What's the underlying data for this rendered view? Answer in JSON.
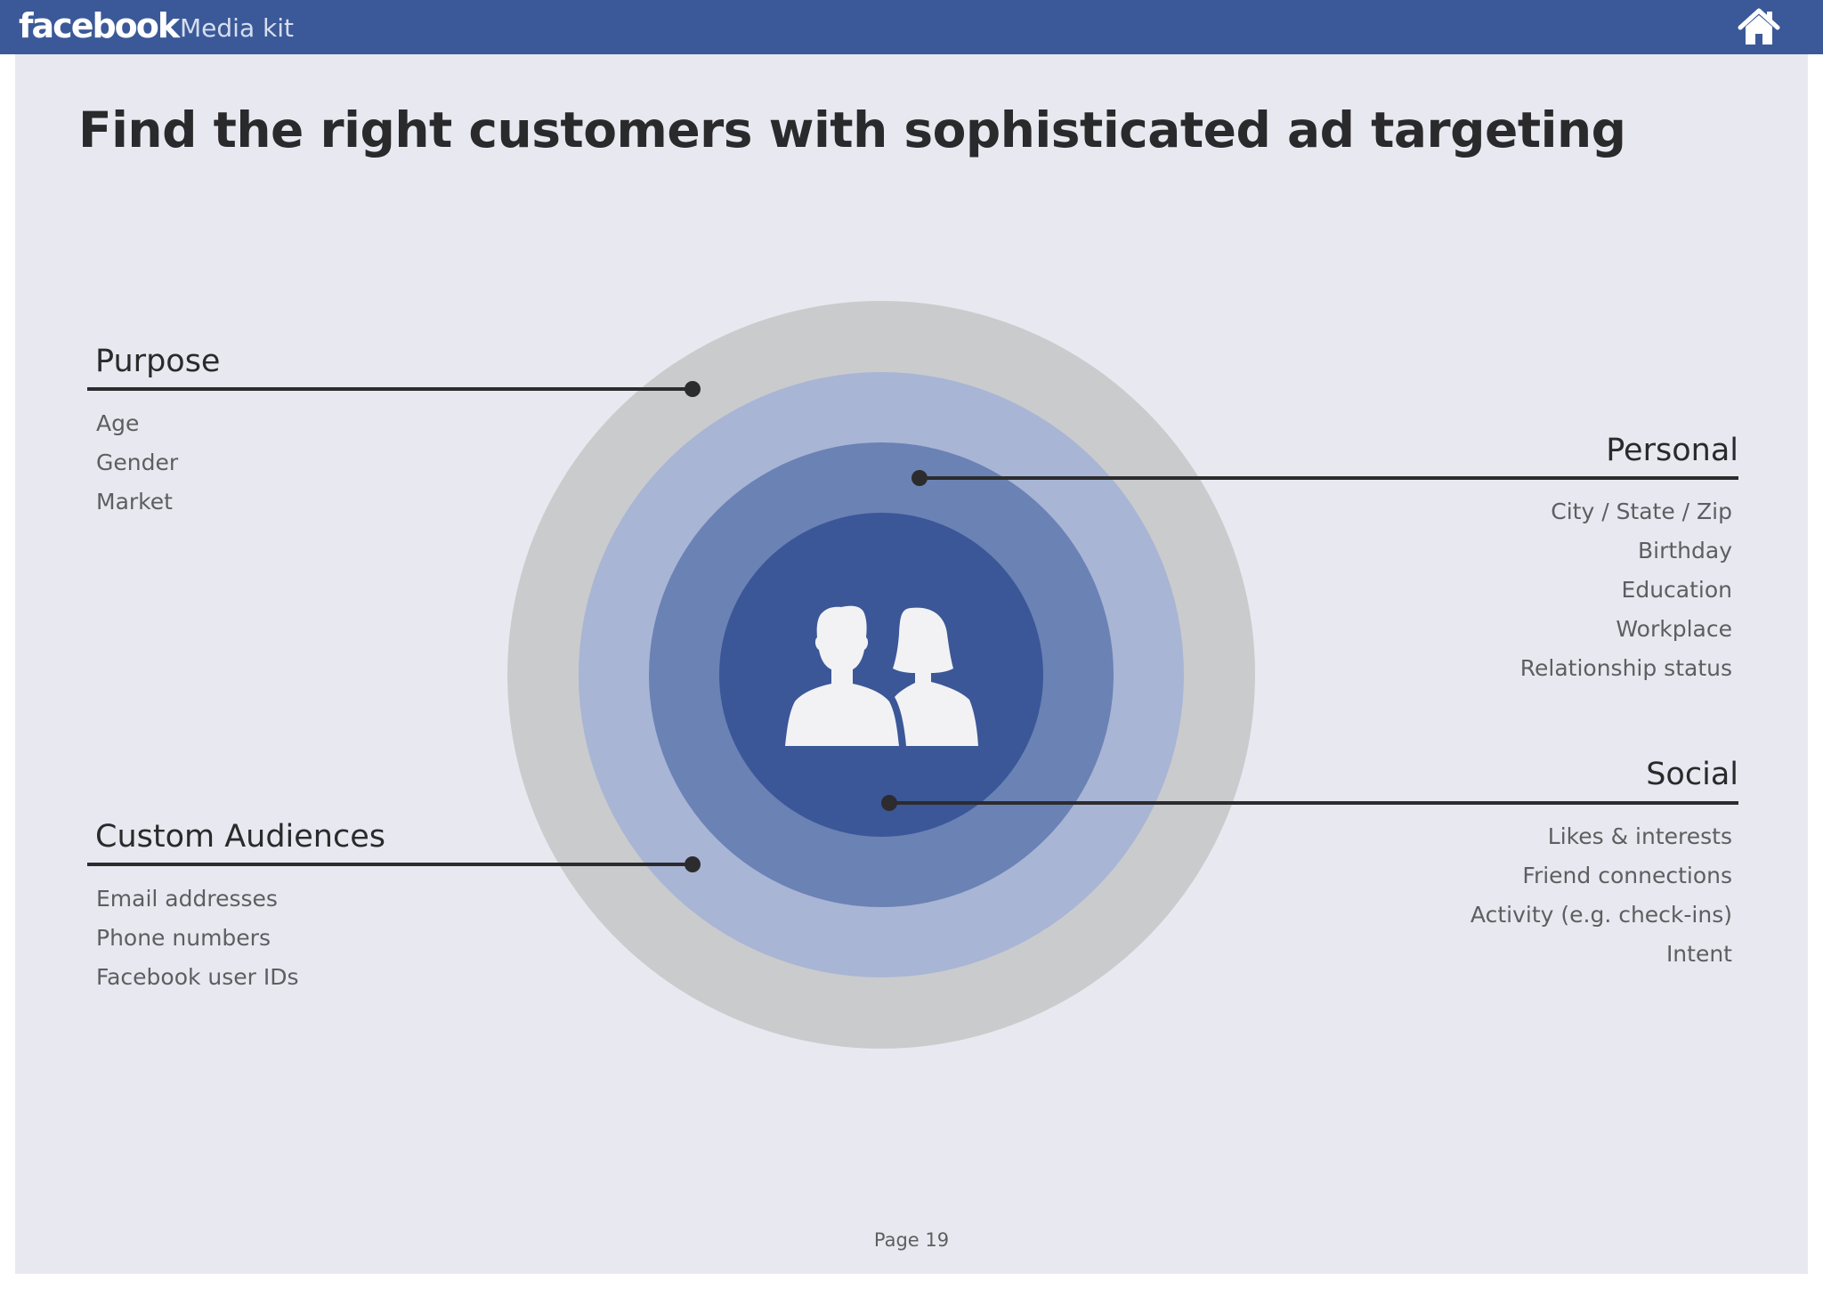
{
  "header": {
    "logo": "facebook",
    "section": "Media kit",
    "home_icon": "home-icon"
  },
  "title": "Find the right customers with sophisticated ad targeting",
  "colors": {
    "header_bar": "#3b5998",
    "page_background": "#e8e9f0",
    "ring_outer": "#cacbcd",
    "ring_2": "#a8b5d5",
    "ring_3": "#6b82b5",
    "ring_inner": "#3b5798",
    "connector": "#2c2c2e"
  },
  "center_icon": "people-icon",
  "groups": {
    "purpose": {
      "heading": "Purpose",
      "items": [
        "Age",
        "Gender",
        "Market"
      ]
    },
    "custom_audiences": {
      "heading": "Custom Audiences",
      "items": [
        "Email addresses",
        "Phone numbers",
        "Facebook user IDs"
      ]
    },
    "personal": {
      "heading": "Personal",
      "items": [
        "City / State / Zip",
        "Birthday",
        "Education",
        "Workplace",
        "Relationship status"
      ]
    },
    "social": {
      "heading": "Social",
      "items": [
        "Likes & interests",
        "Friend connections",
        "Activity (e.g. check-ins)",
        "Intent"
      ]
    }
  },
  "footer": {
    "page": "Page 19"
  }
}
